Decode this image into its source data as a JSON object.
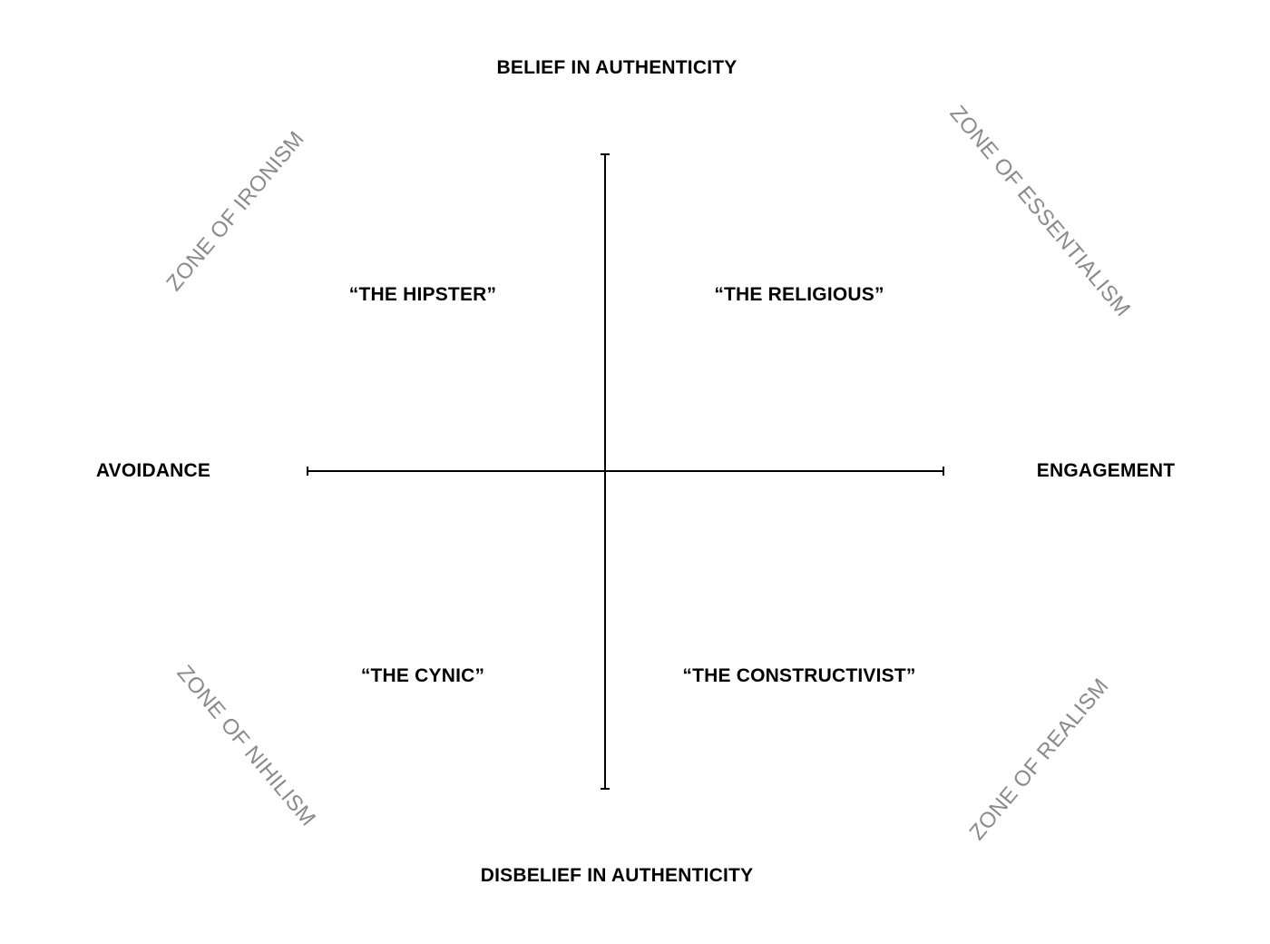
{
  "diagram": {
    "axes": {
      "top": "BELIEF IN AUTHENTICITY",
      "bottom": "DISBELIEF IN AUTHENTICITY",
      "left": "AVOIDANCE",
      "right": "ENGAGEMENT"
    },
    "quadrants": {
      "top_left": "“THE HIPSTER”",
      "top_right": "“THE RELIGIOUS”",
      "bottom_left": "“THE CYNIC”",
      "bottom_right": "“THE CONSTRUCTIVIST”"
    },
    "zones": {
      "top_left": "ZONE OF IRONISM",
      "top_right": "ZONE OF ESSENTIALISM",
      "bottom_left": "ZONE OF NIHILISM",
      "bottom_right": "ZONE OF REALISM"
    },
    "colors": {
      "text": "#000000",
      "zone_text": "#8a8a8a",
      "axis_line": "#000000",
      "background": "#ffffff"
    }
  }
}
